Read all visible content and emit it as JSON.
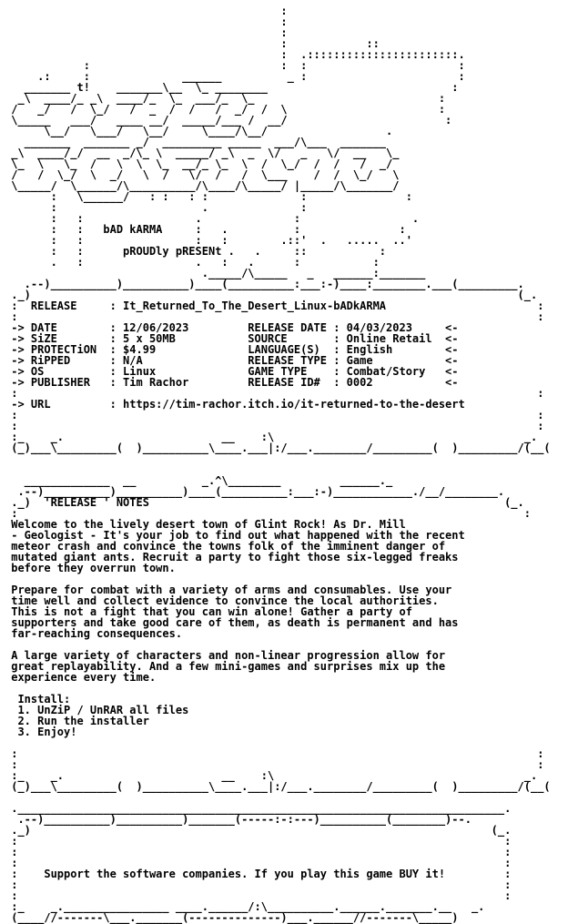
{
  "nfo": {
    "lines": [
      "                                          :",
      "                                          :",
      "                                          :",
      "                                          :            ::",
      "                                          :  .:::::::::::::::::::::::.",
      "            :                             :  :                       :",
      "     .:     :              ______          _ :                       :",
      "   _______ t!    _______\\__  \\_ ________                            :",
      "  _\\  ____/_ _\\  ____/_  \\_  ___/_  \\_                            :",
      " /   _/   /  \\_/   /  _  /  /   /  _/  /  \\                       :",
      " \\_____   ___/   ____ __/  _____/___ /  __/                        :",
      "      \\__/   \\___/   \\__/     \\____/\\__/                  .",
      "   _______  _______ _/  _________ _____  ___/\\___  _______",
      " _\\  ____/_/  __  _/\\_ \\  _____/ _\\  _  \\/   _   \\/  __   \\_",
      " \\_  \\   \\_  /   \\  \\  \\_  __/_ \\_  \\  /  \\_/  /  /   /  _/",
      " /   /  \\_/  \\  _/   \\  /   \\/  /   /  \\___    /  /  \\_/   \\",
      " \\_____/  \\______/\\__________/\\____/\\_____/ |_____/\\_______/",
      "       :   \\______/   : :   : :              :               :",
      "       :                      .              :",
      "       :   :                 .              :                 .",
      "       :   :   bAD kARMA     :   .          :               :",
      "       :   :                 :   :        .::'  .   .....  ..'",
      "       :   :      pROUDly pRESENt .   .     ::           :",
      "       .   :                 .   :   .      :           :",
      "                              ._____/\\_____   _   ______:_______",
      "   .--)__________)__________)____(__________:___:-)____:________.___(_________.",
      " ._)                                                                          (_.",
      " :  RELEASE     : It_Returned_To_The_Desert_Linux-bADkARMA                       :",
      " :                                                                               :",
      " -> DATE        : 12/06/2023         RELEASE DATE : 04/03/2023     <-",
      " -> SiZE        : 5 x 50MB           SOURCE       : Online Retail  <-",
      " -> PROTECTiON  : $4.99              LANGUAGE(S)  : English        <-",
      " -> RiPPED      : N/A                RELEASE TYPE : Game           <-",
      " -> OS          : Linux              GAME TYPE    : Combat/Story   <-",
      " -> PUBLISHER   : Tim Rachor         RELEASE ID#  : 0002           <-",
      " :                                                                               :",
      " -> URL         : https://tim-rachor.itch.io/it-returned-to-the-desert",
      " :                                                                               :",
      " :                                                                               :",
      " :_    _.                        __    :\\                                      _.",
      " (_)___\\_________(  )__________\\____.___|:/___.________/_________(  )_________/(__(",
      "",
      "",
      "   _____________  __          _.^\\________         ______._",
      "  .--)__________)__________)____(__________:___:-)____________./__/________.",
      " ._)  'RELEASE ' NOTES                                                      (_.",
      " :                                                                             :",
      " Welcome to the lively desert town of Glint Rock! As Dr. Mill",
      " - Geologist - It's your job to find out what happened with the recent",
      " meteor crash and convince the towns folk of the imminent danger of",
      " mutated giant ants. Recruit a party to fight those six-legged freaks",
      " before they overrun town.",
      "",
      " Prepare for combat with a variety of arms and consumables. Use your",
      " time well and collect evidence to convince the local authorities.",
      " This is not a fight that you can win alone! Gather a party of",
      " supporters and take good care of them, as death is permanent and has",
      " far-reaching consequences.",
      "",
      " A large variety of characters and non-linear progression allow for",
      " great replayability. And a few mini-games and surprises mix up the",
      " experience every time.",
      "",
      "  Install:",
      "  1. UnZiP / UnRAR all files",
      "  2. Run the installer",
      "  3. Enjoy!",
      "",
      " :                                                                               :",
      " :                                                                               :",
      " :_    _.                        __    :\\                                      _.",
      " (_)___\\_________(  )__________\\____.___|:/___.________/_________(  )_________/(__(",
      "",
      " .__________________________________________________________________________.",
      "  .--)__________)__________)_______(-----:-:---)__________(________)--.",
      " ._)                                                                      (_.",
      " :                                                                          :",
      " :                                                                          :",
      " :                                                                          :",
      " :    Support the software companies. If you play this game BUY it!         :",
      " :                                                                          :",
      " :                                                                          :",
      " :_    _.________________ ____.______/:\\__________.______._______.__   _.",
      " (____//-------\\___._______(--------------)___.______//-------\\_____)"
    ]
  }
}
